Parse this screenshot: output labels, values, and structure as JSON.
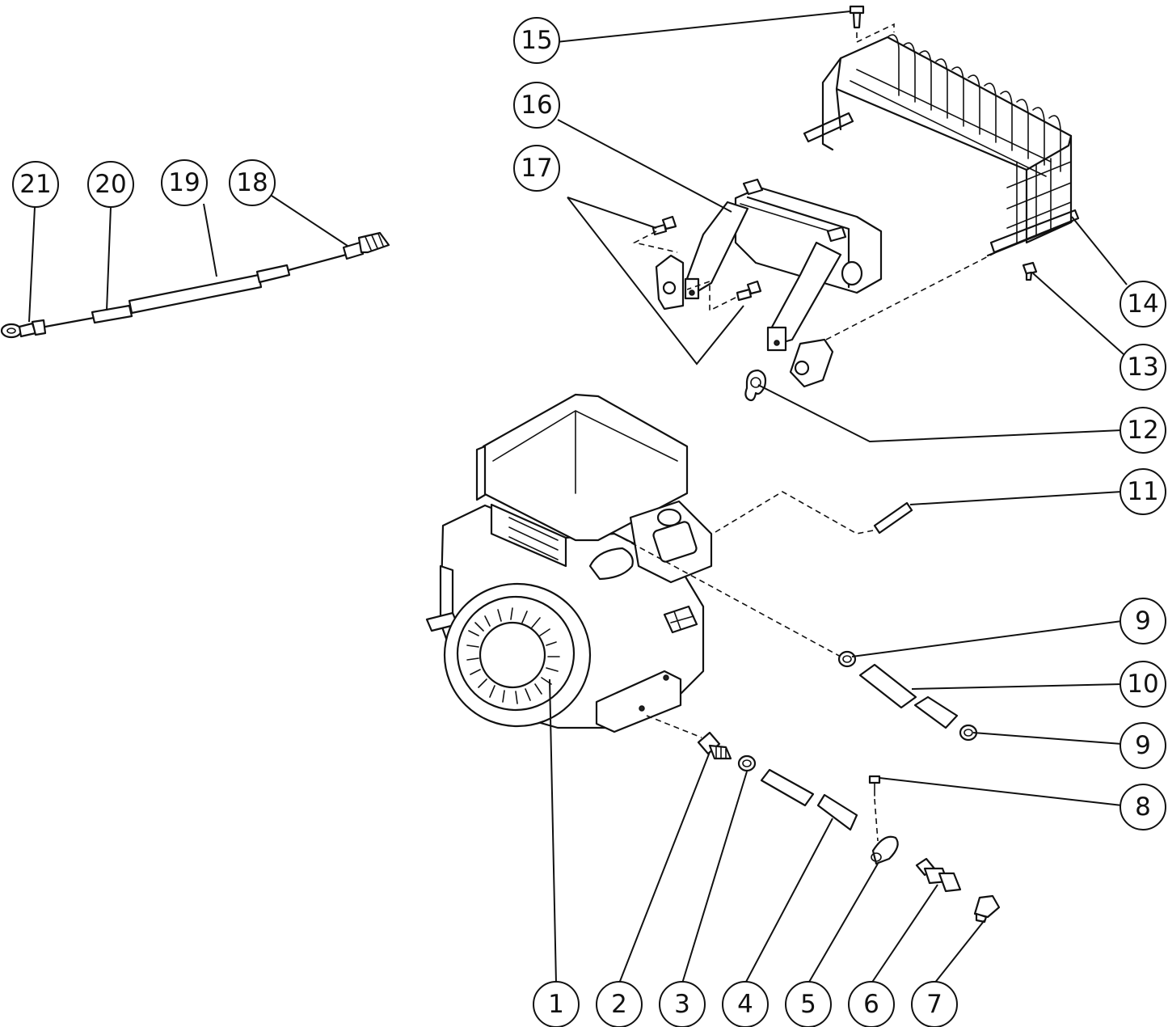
{
  "callouts": [
    {
      "id": "c1",
      "label": "1"
    },
    {
      "id": "c2",
      "label": "2"
    },
    {
      "id": "c3",
      "label": "3"
    },
    {
      "id": "c4",
      "label": "4"
    },
    {
      "id": "c5",
      "label": "5"
    },
    {
      "id": "c6",
      "label": "6"
    },
    {
      "id": "c7",
      "label": "7"
    },
    {
      "id": "c8",
      "label": "8"
    },
    {
      "id": "c9a",
      "label": "9"
    },
    {
      "id": "c9b",
      "label": "9"
    },
    {
      "id": "c10",
      "label": "10"
    },
    {
      "id": "c11",
      "label": "11"
    },
    {
      "id": "c12",
      "label": "12"
    },
    {
      "id": "c13",
      "label": "13"
    },
    {
      "id": "c14",
      "label": "14"
    },
    {
      "id": "c15",
      "label": "15"
    },
    {
      "id": "c16",
      "label": "16"
    },
    {
      "id": "c17",
      "label": "17"
    },
    {
      "id": "c18",
      "label": "18"
    },
    {
      "id": "c19",
      "label": "19"
    },
    {
      "id": "c20",
      "label": "20"
    },
    {
      "id": "c21",
      "label": "21"
    }
  ]
}
